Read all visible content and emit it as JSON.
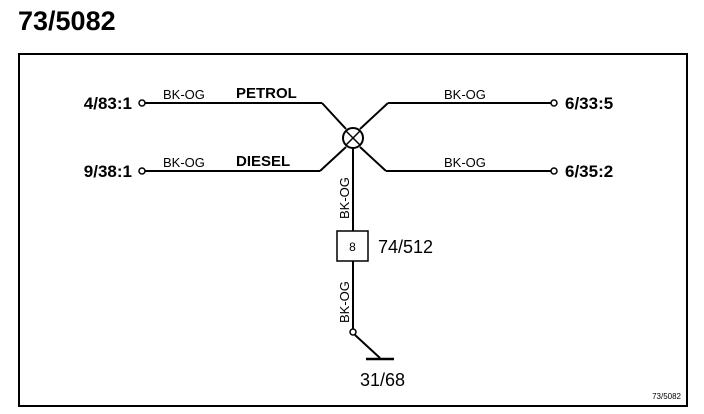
{
  "title": "73/5082",
  "connectors": {
    "left_top": "4/83:1",
    "left_bottom": "9/38:1",
    "right_top": "6/33:5",
    "right_bottom": "6/35:2"
  },
  "wires": {
    "left_top": "BK-OG",
    "left_bottom": "BK-OG",
    "right_top": "BK-OG",
    "right_bottom": "BK-OG",
    "vertical_upper": "BK-OG",
    "vertical_lower": "BK-OG"
  },
  "fuel_labels": {
    "petrol": "PETROL",
    "diesel": "DIESEL"
  },
  "component": {
    "pin": "8",
    "id": "74/512"
  },
  "ground": "31/68",
  "footer_ref": "73/5082"
}
